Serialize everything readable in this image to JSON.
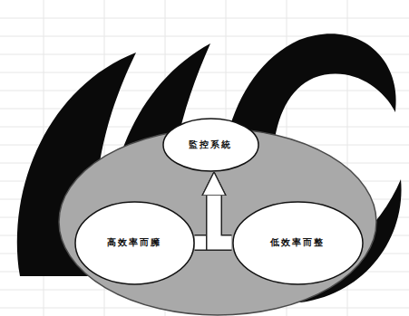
{
  "diagram": {
    "nodes": [
      {
        "text": [
          "監控系統"
        ]
      },
      {
        "text": [
          "高效率而臃"
        ]
      },
      {
        "text": [
          "低效率而整"
        ]
      }
    ],
    "edges": [
      {
        "from": 1,
        "to": 0,
        "arrow": "to"
      },
      {
        "from": 2,
        "to": 0,
        "arrow": "to"
      }
    ]
  }
}
